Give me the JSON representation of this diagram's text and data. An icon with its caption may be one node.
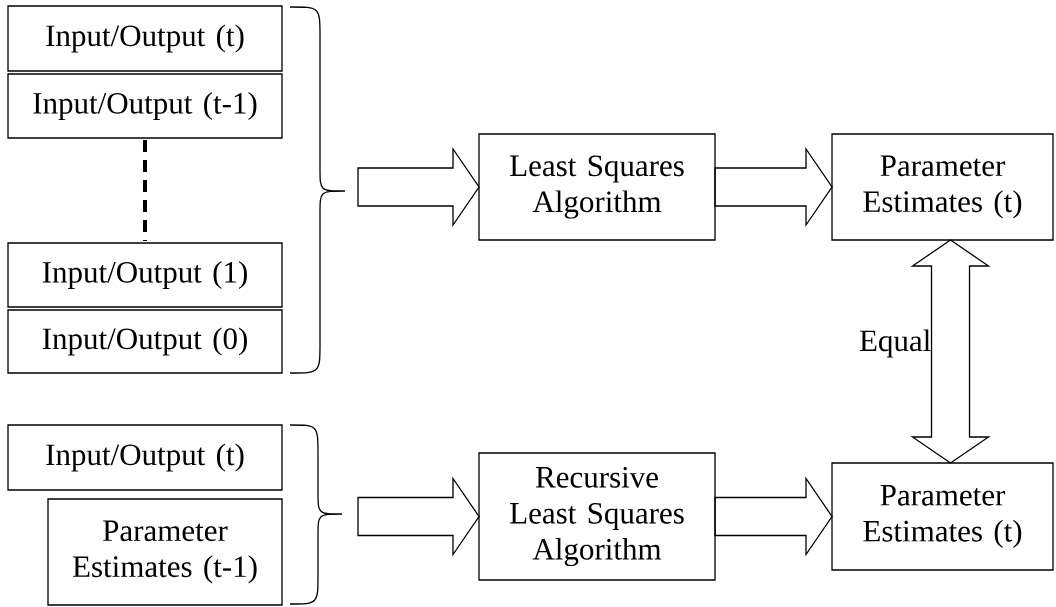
{
  "diagram": {
    "nodes": [
      {
        "text": [
          "Input/Output (t)"
        ]
      },
      {
        "text": [
          "Input/Output (t-1)"
        ]
      },
      {
        "text": [
          "Input/Output (1)"
        ]
      },
      {
        "text": [
          "Input/Output (0)"
        ]
      },
      {
        "text": [
          "Least Squares Algorithm"
        ]
      },
      {
        "text": [
          "Parameter Estimates (t)"
        ]
      },
      {
        "text": [
          "Input/Output (t)"
        ]
      },
      {
        "text": [
          "Parameter Estimates (t-1)"
        ]
      },
      {
        "text": [
          "Recursive Least Squares Algorithm"
        ]
      },
      {
        "text": [
          "Parameter Estimates (t)"
        ]
      }
    ],
    "edges": [
      {
        "from": null,
        "to": 4,
        "arrow": "to"
      },
      {
        "from": 4,
        "to": 5,
        "arrow": "to"
      },
      {
        "from": 5,
        "to": 9,
        "arrow": "both",
        "label": "Equal"
      },
      {
        "from": null,
        "to": 8,
        "arrow": "to"
      },
      {
        "from": 8,
        "to": 9,
        "arrow": "to"
      },
      {
        "from": 1,
        "to": 2,
        "arrow": "none",
        "style": "dashed"
      }
    ]
  }
}
